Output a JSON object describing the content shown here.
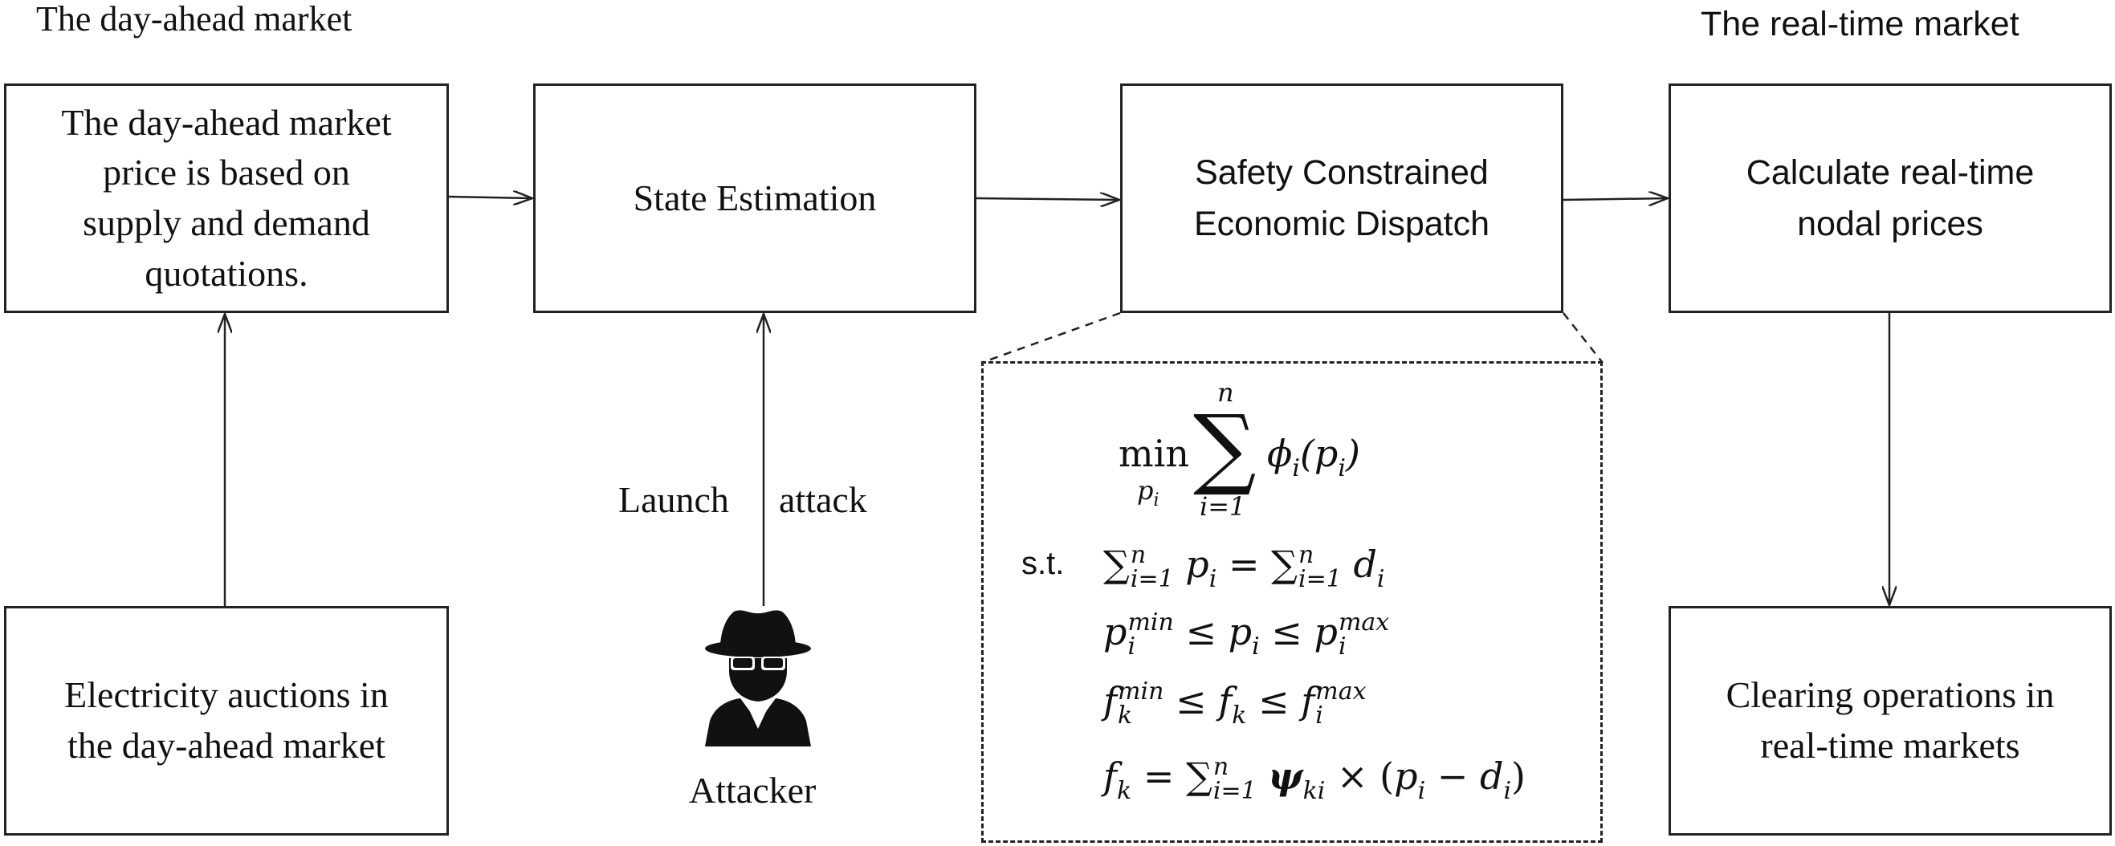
{
  "section_titles": {
    "day_ahead": "The day-ahead market",
    "real_time": "The real-time  market"
  },
  "boxes": {
    "day_ahead_price": "The day-ahead market\nprice is based on\nsupply and demand\nquotations.",
    "state_estimation": "State Estimation",
    "scedispatch": "Safety Constrained\nEconomic Dispatch",
    "realtime_prices": "Calculate real-time\nnodal prices",
    "auctions": "Electricity auctions in\nthe day-ahead market",
    "clearing": "Clearing operations in\nreal-time markets"
  },
  "labels": {
    "launch": "Launch",
    "attack": "attack",
    "attacker": "Attacker"
  },
  "formulas": {
    "st": "s.t.",
    "min": "min",
    "min_var": "p",
    "min_var_sub": "i",
    "sum_upper": "n",
    "sum_lower": "i=1",
    "objective": "ϕ",
    "objective_sub": "i",
    "objective_arg": "(p",
    "objective_arg_sub": "i",
    "objective_close": ")",
    "balance": "∑ p = ∑ d",
    "gen_limits": "p min ≤ p ≤ p max",
    "line_limits": "f min ≤ f ≤ f max",
    "flow": "f = ∑ ψ × (p − d)",
    "sup_min": "min",
    "sup_max": "max",
    "sub_i": "i",
    "sub_k": "k",
    "sub_ki": "ki",
    "sup_n": "n",
    "sub_i1": "i=1"
  },
  "icons": {
    "attacker": "spy-hat-sunglasses-icon"
  },
  "colors": {
    "line": "#222222",
    "icon": "#111111"
  }
}
